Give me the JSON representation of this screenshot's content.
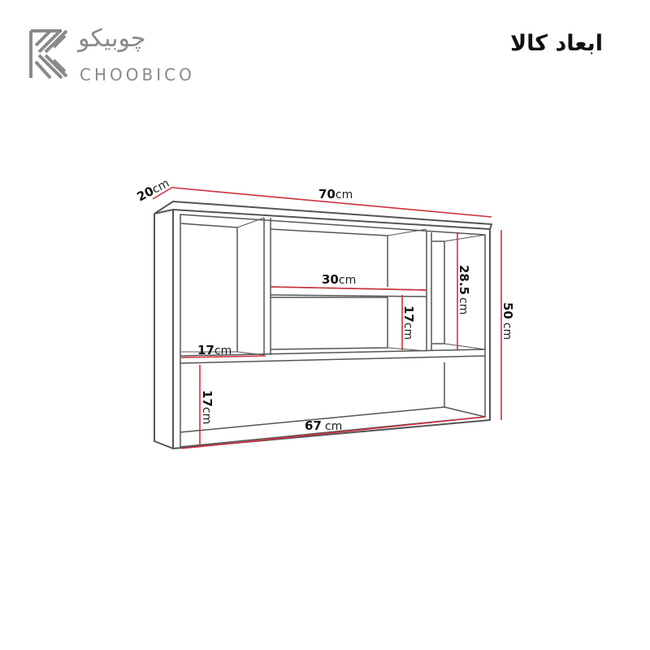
{
  "header": {
    "title": "ابعاد کالا",
    "logo": {
      "fa": "چوبیکو",
      "en": "CHOOBICO"
    }
  },
  "dimensions": {
    "depth": {
      "value": "20",
      "unit": "cm"
    },
    "width": {
      "value": "70",
      "unit": "cm"
    },
    "height": {
      "value": "50",
      "unit": "cm"
    },
    "right_compartment_height": {
      "value": "28.5",
      "unit": "cm"
    },
    "middle_shelf_width": {
      "value": "30",
      "unit": "cm"
    },
    "middle_lower_height": {
      "value": "17",
      "unit": "cm"
    },
    "left_cell_depth": {
      "value": "17",
      "unit": "cm"
    },
    "bottom_height": {
      "value": "17",
      "unit": "cm"
    },
    "bottom_width": {
      "value": "67",
      "unit": "cm"
    }
  },
  "colors": {
    "dimension_line": "#d0303c",
    "outline": "#555555",
    "logo": "#8a8a8a"
  }
}
